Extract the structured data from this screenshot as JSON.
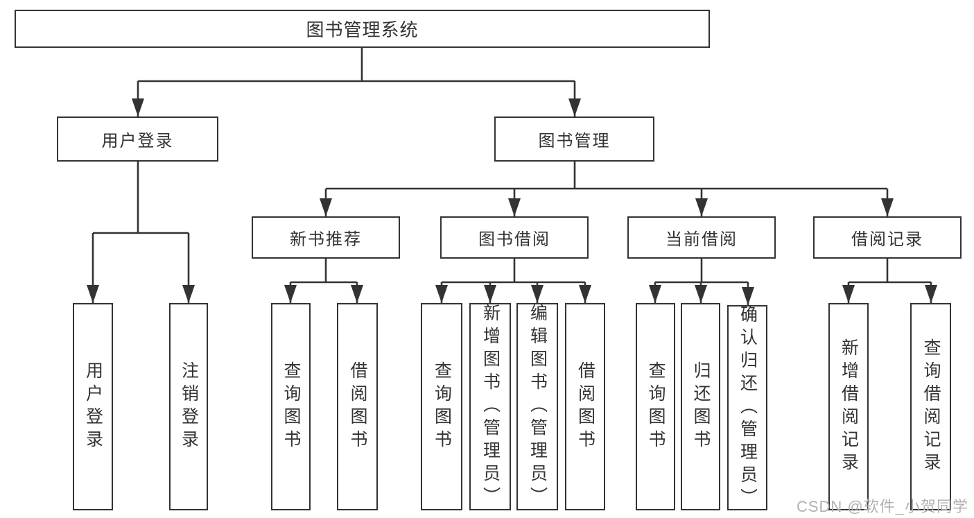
{
  "diagram": {
    "root": {
      "label": "图书管理系统"
    },
    "branches": [
      {
        "label": "用户登录",
        "children": [
          {
            "label": "用户登录"
          },
          {
            "label": "注销登录"
          }
        ]
      },
      {
        "label": "图书管理",
        "children": [
          {
            "label": "新书推荐",
            "children": [
              {
                "label": "查询图书"
              },
              {
                "label": "借阅图书"
              }
            ]
          },
          {
            "label": "图书借阅",
            "children": [
              {
                "label": "查询图书"
              },
              {
                "label": "新增图书（管理员）"
              },
              {
                "label": "编辑图书（管理员）"
              },
              {
                "label": "借阅图书"
              }
            ]
          },
          {
            "label": "当前借阅",
            "children": [
              {
                "label": "查询图书"
              },
              {
                "label": "归还图书"
              },
              {
                "label": "确认归还（管理员）"
              }
            ]
          },
          {
            "label": "借阅记录",
            "children": [
              {
                "label": "新增借阅记录"
              },
              {
                "label": "查询借阅记录"
              }
            ]
          }
        ]
      }
    ]
  },
  "watermark": "CSDN @软件_小贺同学",
  "colors": {
    "line": "#333333",
    "text": "#333333",
    "box_background": "#ffffff",
    "watermark": "#b3b0b0",
    "background": "#ffffff"
  }
}
